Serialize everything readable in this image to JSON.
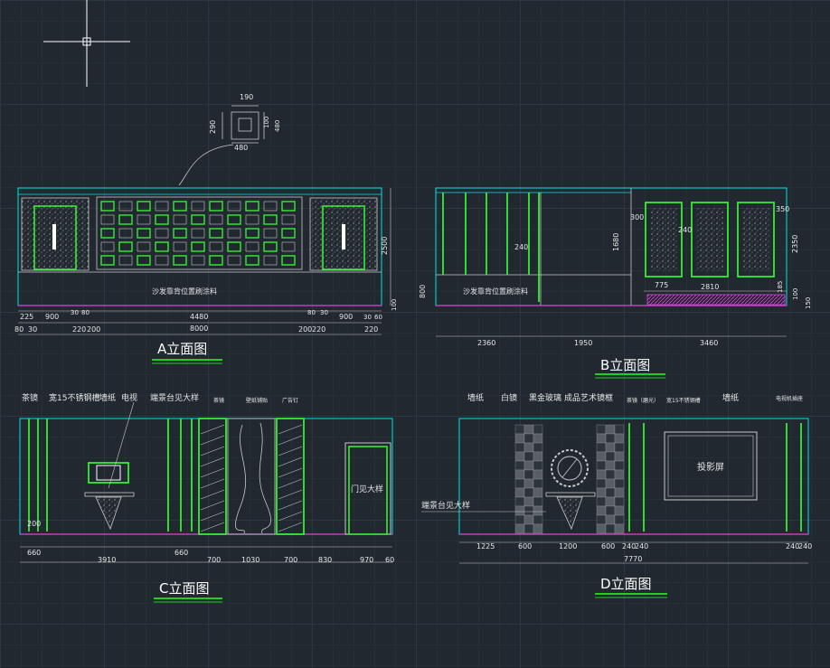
{
  "colors": {
    "background": "#212830",
    "grid_minor": "#2b333d",
    "grid_major": "#3a444f",
    "outline": "#00e5e5",
    "panel": "#33ee33",
    "dim": "#c8c8c8",
    "text": "#e6e6e6",
    "floor_line": "#e040e0",
    "title_underline": "#20d020",
    "crosshair": "#ffffff"
  },
  "cursor": {
    "icon": "crosshair-icon"
  },
  "elevations": [
    {
      "id": "A",
      "title": "A立面图",
      "notes": [
        "沙发靠背位置刷涂料"
      ],
      "dims_top": [
        "190",
        "290",
        "100",
        "480",
        "480"
      ],
      "dims_side": [
        "2500",
        "100"
      ],
      "dims_row1": [
        "225",
        "900",
        "30",
        "80",
        "4480",
        "80",
        "30",
        "900",
        "30",
        "60"
      ],
      "dims_row2": [
        "80",
        "30",
        "220",
        "200",
        "8000",
        "200",
        "220",
        "220"
      ]
    },
    {
      "id": "B",
      "title": "B立面图",
      "notes": [
        "沙发靠背位置刷涂料"
      ],
      "dims_side": [
        "800",
        "1680",
        "240",
        "300",
        "240",
        "350",
        "2350",
        "100",
        "150",
        "185"
      ],
      "dims_mid": [
        "775",
        "2810"
      ],
      "dims_row": [
        "2360",
        "1950",
        "3460"
      ]
    },
    {
      "id": "C",
      "title": "C立面图",
      "labels": [
        "茶镜",
        "宽15不锈钢槽",
        "墙纸",
        "电视",
        "端景台见大样",
        "茶镜",
        "壁纸铺贴",
        "广告钉",
        "门见大样"
      ],
      "dims_side": [
        "200"
      ],
      "dims_row1": [
        "660",
        "660"
      ],
      "dims_row2": [
        "3910",
        "700",
        "1030",
        "700",
        "830",
        "970",
        "60"
      ]
    },
    {
      "id": "D",
      "title": "D立面图",
      "labels": [
        "墙纸",
        "白镜",
        "黑金玻璃",
        "成品艺术镜框",
        "茶镜（磨光）",
        "宽15不锈钢槽",
        "墙纸",
        "电视机插座",
        "投影屏",
        "端景台见大样"
      ],
      "dims_row1": [
        "1225",
        "600",
        "1200",
        "600",
        "240",
        "240",
        "240",
        "240"
      ],
      "dims_row2": [
        "7770"
      ]
    }
  ]
}
